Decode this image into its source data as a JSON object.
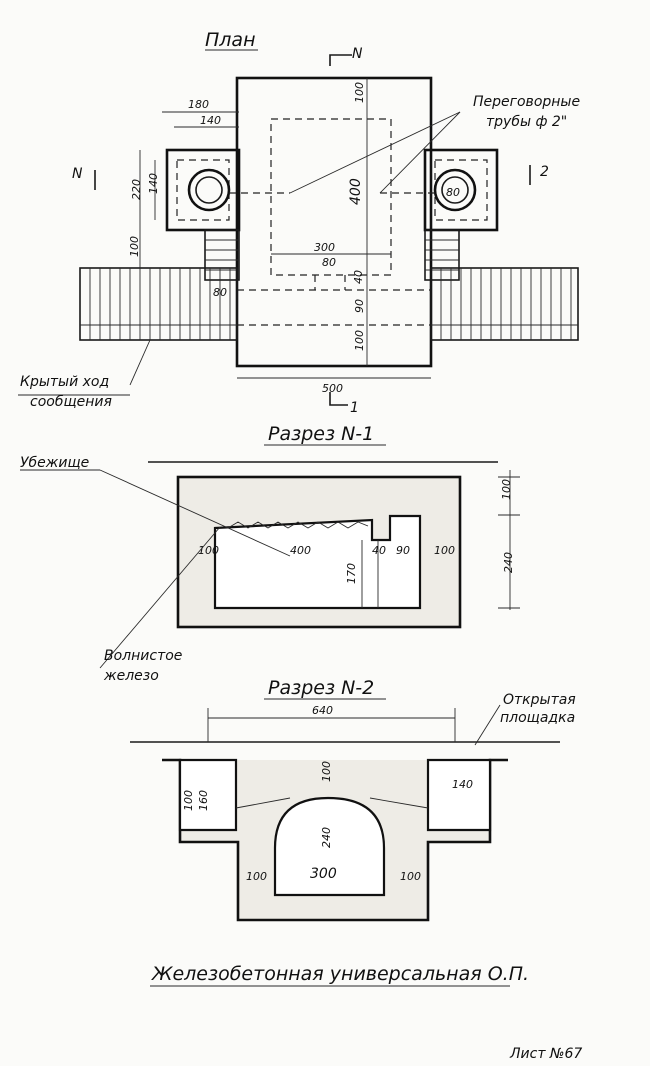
{
  "plan": {
    "title": "План",
    "section_mark_1": "N",
    "section_mark_1b": "1",
    "section_mark_2": "2",
    "pipes_label_1": "Переговорные",
    "pipes_label_2": "трубы ф 2\"",
    "covered_passage_1": "Крытый ход",
    "covered_passage_2": "сообщения",
    "dims": {
      "d180": "180",
      "d140": "140",
      "d220": "220",
      "d140b": "140",
      "d100l": "100",
      "d80l": "80",
      "d100t": "100",
      "d400": "400",
      "d300": "300",
      "d80m": "80",
      "d40": "40",
      "d90": "90",
      "d100b": "100",
      "d500": "500",
      "d80r": "80"
    }
  },
  "section1": {
    "title": "Разрез N-1",
    "label_shelter": "Убежище",
    "label_iron_1": "Волнистое",
    "label_iron_2": "железо",
    "dims": {
      "d100l": "100",
      "d400": "400",
      "d40": "40",
      "d90": "90",
      "d100r": "100",
      "d170": "170",
      "d100t": "100",
      "d240": "240"
    }
  },
  "section2": {
    "title": "Разрез N-2",
    "label_open_1": "Открытая",
    "label_open_2": "площадка",
    "dims": {
      "d640": "640",
      "d100l": "100",
      "d160": "160",
      "d140": "140",
      "d100c": "100",
      "d240": "240",
      "d100bl": "100",
      "d300": "300",
      "d100br": "100"
    }
  },
  "caption": "Железобетонная универсальная О.П.",
  "sheet": "Лист №67"
}
